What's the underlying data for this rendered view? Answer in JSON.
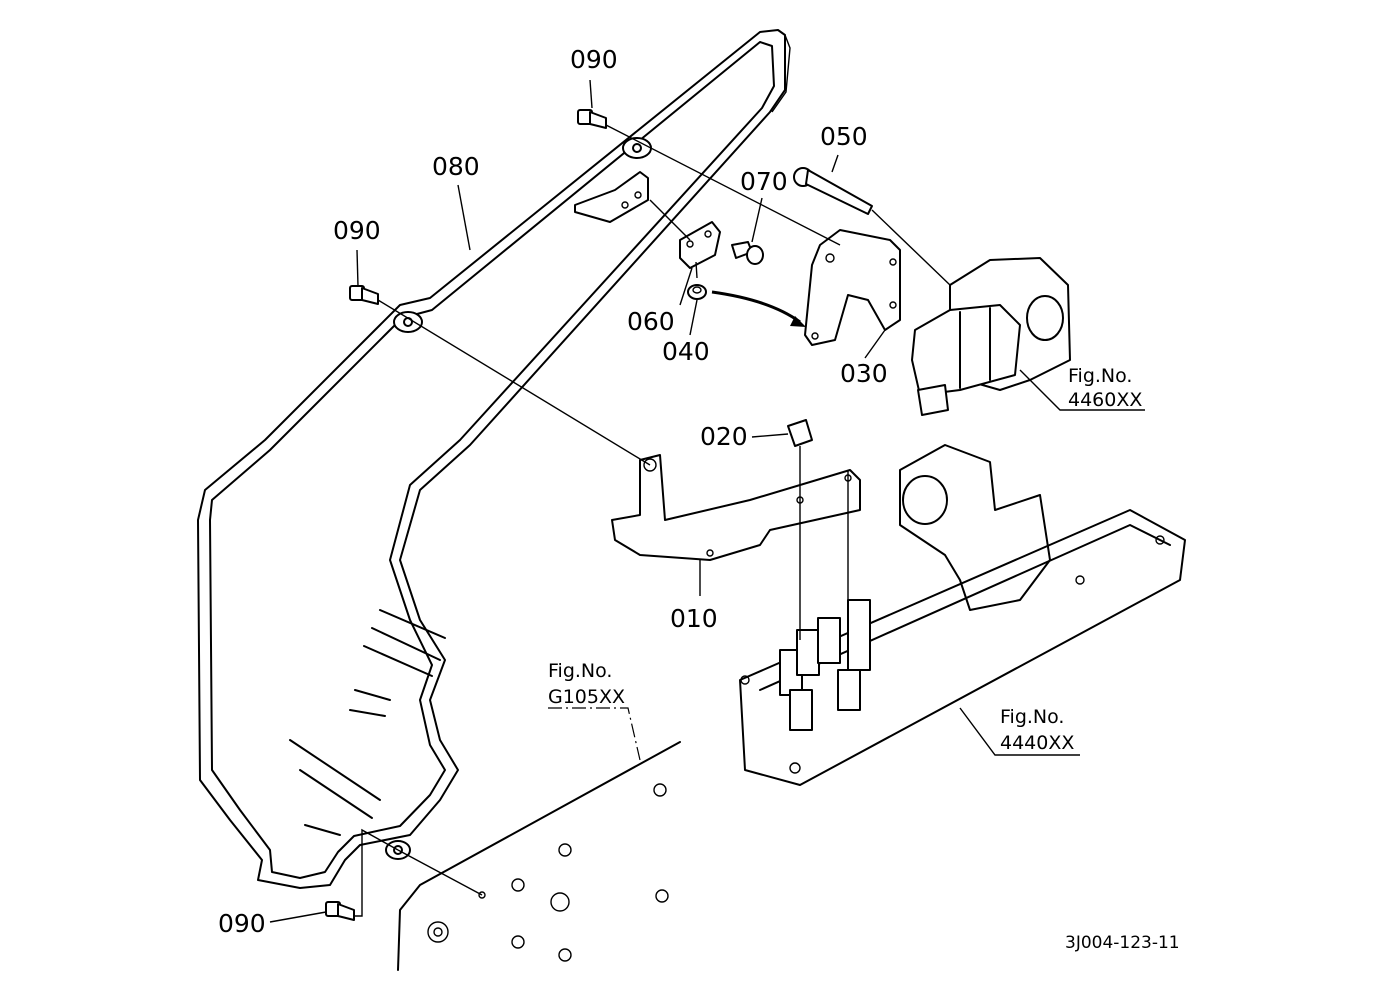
{
  "callouts": {
    "c090_top": "090",
    "c090_mid": "090",
    "c090_bot": "090",
    "c080": "080",
    "c070": "070",
    "c050": "050",
    "c060": "060",
    "c040": "040",
    "c030": "030",
    "c020": "020",
    "c010": "010"
  },
  "fig_refs": {
    "egr": {
      "label": "Fig.No.",
      "number": "4460XX"
    },
    "case": {
      "label": "Fig.No.",
      "number": "G105XX"
    },
    "manifold": {
      "label": "Fig.No.",
      "number": "4440XX"
    }
  },
  "drawing_code": "3J004-123-11"
}
